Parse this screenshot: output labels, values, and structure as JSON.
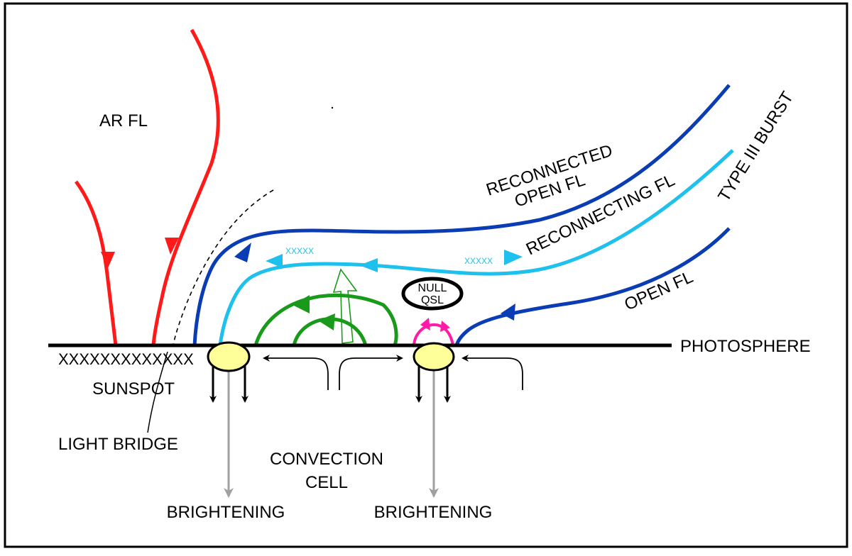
{
  "labels": {
    "ar_fl": "AR FL",
    "reconnected_line1": "RECONNECTED",
    "reconnected_line2": "OPEN FL",
    "reconnecting_fl": "RECONNECTING FL",
    "type_iii_burst": "TYPE III BURST",
    "open_fl": "OPEN FL",
    "photosphere": "PHOTOSPHERE",
    "sunspot": "SUNSPOT",
    "light_bridge": "LIGHT BRIDGE",
    "convection_line1": "CONVECTION",
    "convection_line2": "CELL",
    "brightening_left": "BRIGHTENING",
    "brightening_right": "BRIGHTENING",
    "null_line1": "NULL",
    "null_line2": "QSL",
    "sunspot_crosses": "XXXXXXXXXXXXX",
    "x_marks_left": "XXXXX",
    "x_marks_right": "XXXXX"
  },
  "colors": {
    "ar_field": "#ff1a1a",
    "open_field": "#0a3cb4",
    "reconnecting_field": "#1ec0ee",
    "loops": "#1a9a1a",
    "null_loop": "#ff1aa8",
    "footpoint": "#ffff9a",
    "brightening_arrow": "#a0a0a0"
  }
}
